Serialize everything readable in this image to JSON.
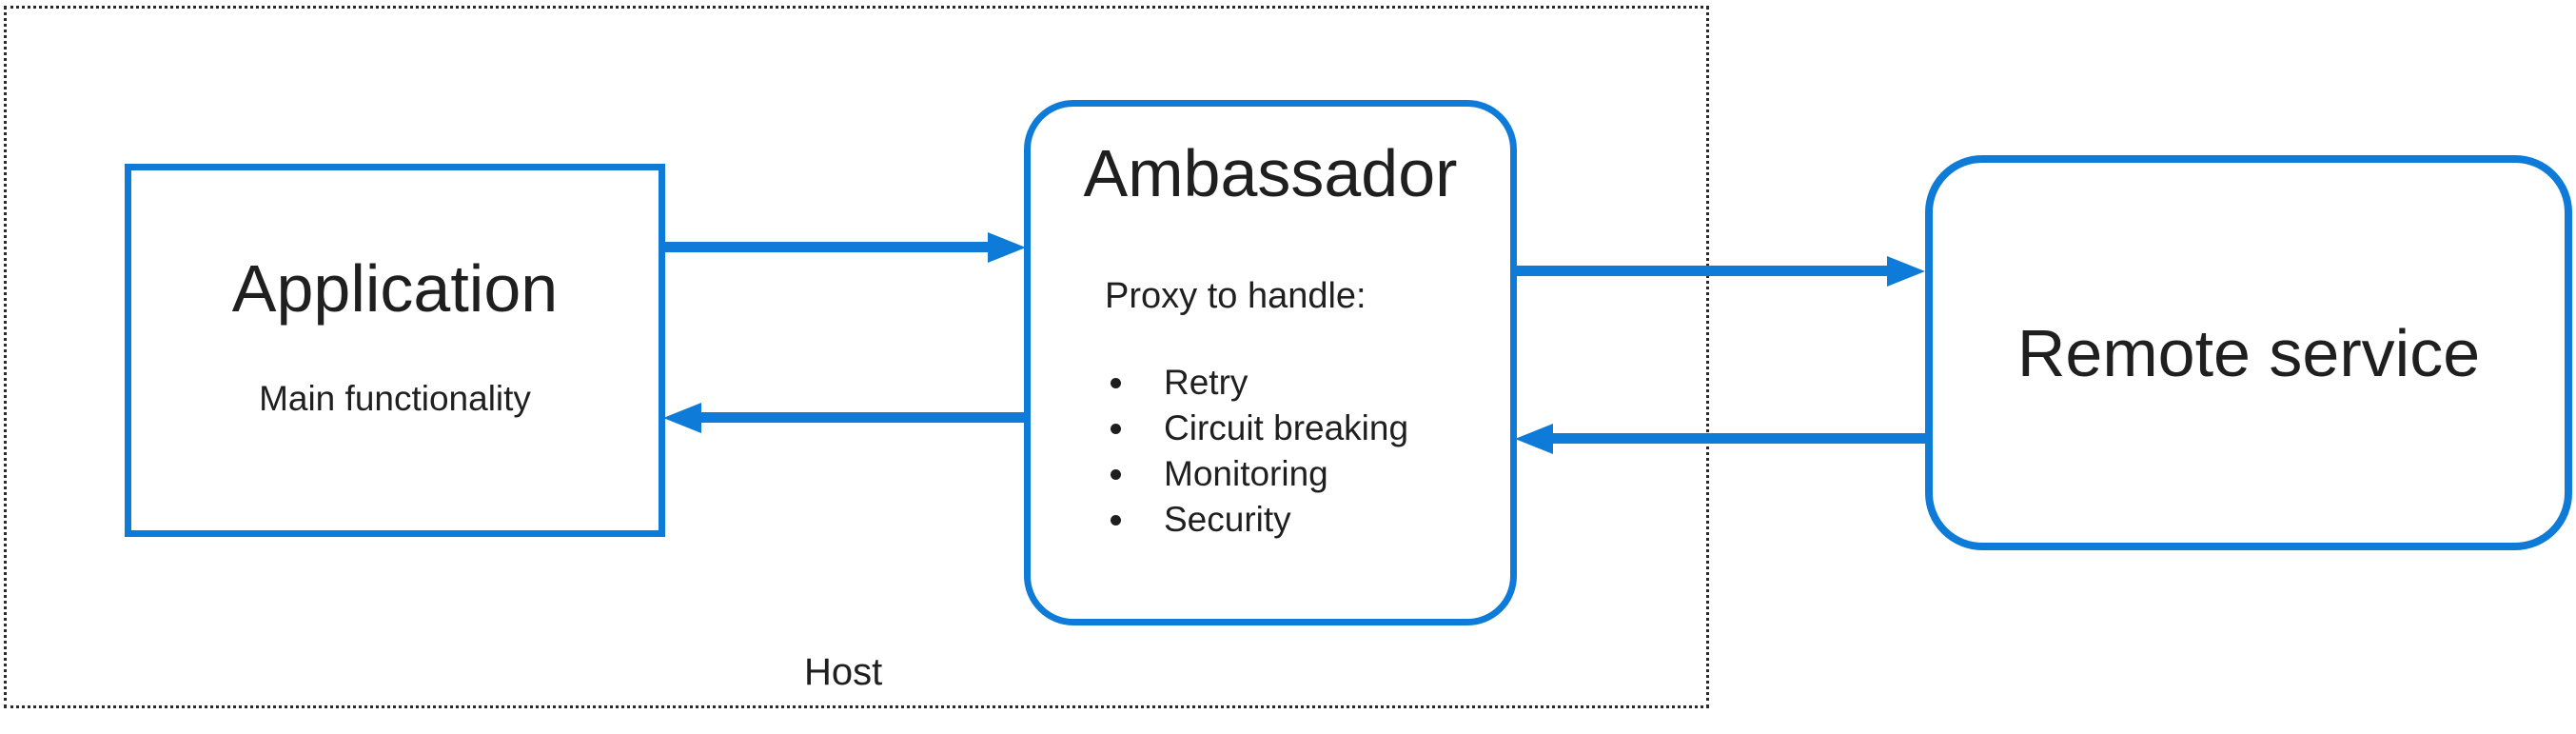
{
  "diagram": {
    "host": {
      "label": "Host"
    },
    "nodes": {
      "application": {
        "title": "Application",
        "subtitle": "Main functionality"
      },
      "ambassador": {
        "title": "Ambassador",
        "intro": "Proxy to handle:",
        "bullets": [
          "Retry",
          "Circuit breaking",
          "Monitoring",
          "Security"
        ]
      },
      "remote_service": {
        "title": "Remote service"
      }
    },
    "arrows": [
      {
        "from": "application",
        "to": "ambassador"
      },
      {
        "from": "ambassador",
        "to": "application"
      },
      {
        "from": "ambassador",
        "to": "remote_service"
      },
      {
        "from": "remote_service",
        "to": "ambassador"
      }
    ],
    "colors": {
      "accent": "#0E7BD9",
      "text": "#1F1F1F",
      "boundary": "#2A2A2A"
    }
  }
}
